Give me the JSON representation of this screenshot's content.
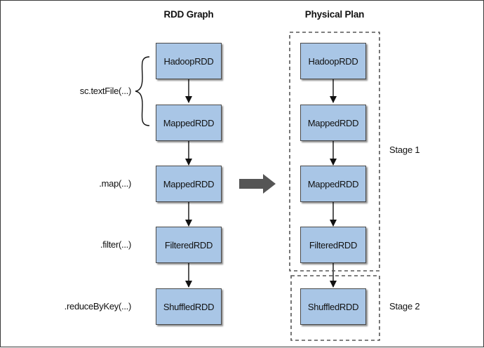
{
  "titles": {
    "left": "RDD Graph",
    "right": "Physical Plan"
  },
  "rdd_graph": {
    "nodes": [
      "HadoopRDD",
      "MappedRDD",
      "MappedRDD",
      "FilteredRDD",
      "ShuffledRDD"
    ],
    "operations": [
      "sc.textFile(...)",
      ".map(...)",
      ".filter(...)",
      ".reduceByKey(...)"
    ]
  },
  "physical_plan": {
    "nodes": [
      "HadoopRDD",
      "MappedRDD",
      "MappedRDD",
      "FilteredRDD",
      "ShuffledRDD"
    ],
    "stages": [
      "Stage 1",
      "Stage 2"
    ]
  },
  "colors": {
    "node_fill": "#a9c6e6",
    "node_border": "#4a4a4a",
    "arrow": "#111111",
    "transform_arrow": "#555555",
    "stage_border": "#555555"
  }
}
